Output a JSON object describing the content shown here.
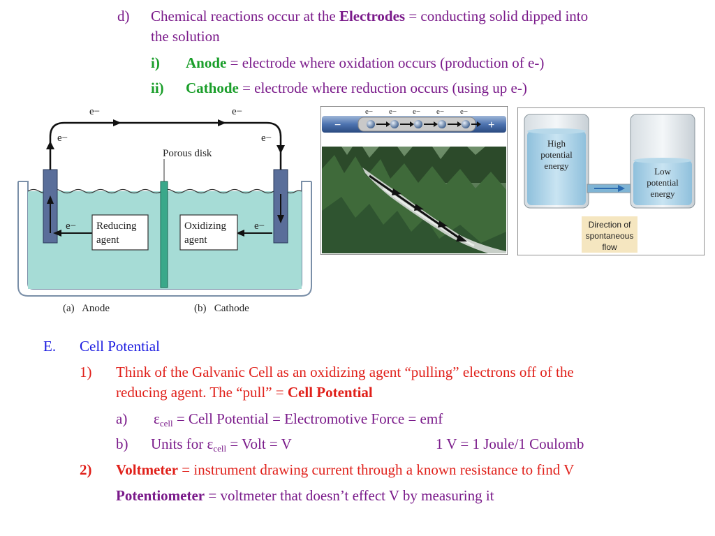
{
  "top": {
    "d": {
      "marker": "d)",
      "text_1": "Chemical reactions occur at the ",
      "bold": "Electrodes",
      "text_2": " = conducting solid dipped into",
      "text_3": "the solution"
    },
    "i": {
      "marker": "i)",
      "bold": "Anode",
      "text": " = electrode where oxidation occurs (production of e-)"
    },
    "ii": {
      "marker": "ii)",
      "bold": "Cathode",
      "text": " = electrode where reduction occurs (using up e-)"
    }
  },
  "figure_cell": {
    "e_top_left": "e−",
    "e_top_right": "e−",
    "e_left_wire": "e−",
    "e_right_wire": "e−",
    "porous_disk": "Porous disk",
    "e_left_inner": "e−",
    "e_right_inner": "e−",
    "reducing_1": "Reducing",
    "reducing_2": "agent",
    "oxidizing_1": "Oxidizing",
    "oxidizing_2": "agent",
    "caption_a": "(a)   Anode",
    "caption_b": "(b)   Cathode"
  },
  "figure_river": {
    "minus": "−",
    "plus": "+",
    "electrons": [
      "e−",
      "e−",
      "e−",
      "e−",
      "e−"
    ]
  },
  "figure_beakers": {
    "high_1": "High",
    "high_2": "potential",
    "high_3": "energy",
    "low_1": "Low",
    "low_2": "potential",
    "low_3": "energy",
    "dir_1": "Direction of",
    "dir_2": "spontaneous",
    "dir_3": "flow"
  },
  "section_e": {
    "marker": "E.",
    "title": "Cell Potential",
    "item1": {
      "marker": "1)",
      "text_1": "Think of the Galvanic Cell as an oxidizing agent “pulling” electrons off of the",
      "text_2": "reducing agent.  The “pull” = ",
      "bold": "Cell Potential"
    },
    "a": {
      "marker": "a)",
      "epsilon": "ε",
      "sub": "cell",
      "text": " = Cell Potential = Electromotive Force = emf"
    },
    "b": {
      "marker": "b)",
      "text_1": "Units for ε",
      "sub": "cell",
      "text_2": " = Volt = V",
      "text_3": "1 V = 1 Joule/1 Coulomb"
    },
    "item2": {
      "marker": "2)",
      "bold": "Voltmeter",
      "text": " = instrument drawing current through a known resistance to find V"
    },
    "pot": {
      "bold": "Potentiometer",
      "text": " = voltmeter that doesn’t effect V by measuring it"
    }
  },
  "colors": {
    "purple": "#7a1a8a",
    "red": "#e0201a",
    "blue": "#1a1ae0",
    "green": "#1a9e2a",
    "solution": "#a6dcd6",
    "electrode": "#5a6e9a"
  }
}
